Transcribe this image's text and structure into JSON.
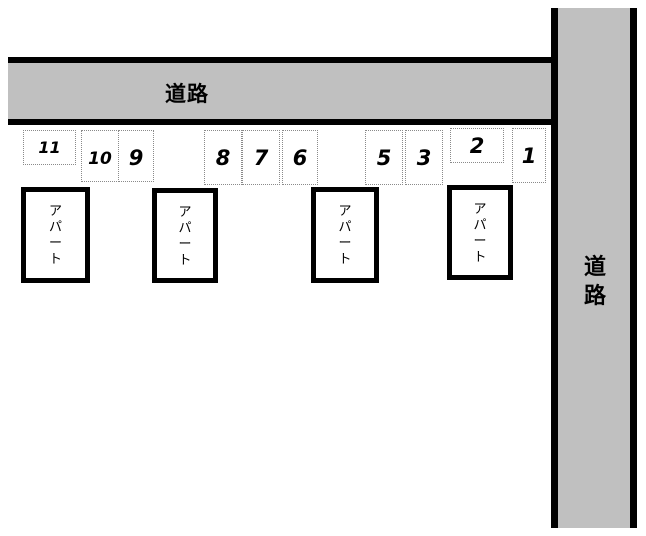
{
  "roads": {
    "horizontal_label": "道路",
    "vertical_label_chars": [
      "道",
      "路"
    ]
  },
  "parking_slots": [
    "11",
    "10",
    "9",
    "8",
    "7",
    "6",
    "5",
    "3",
    "2",
    "1"
  ],
  "apartments": [
    {
      "label_chars": [
        "ア",
        "パ",
        "ー",
        "ト"
      ]
    },
    {
      "label_chars": [
        "ア",
        "パ",
        "ー",
        "ト"
      ]
    },
    {
      "label_chars": [
        "ア",
        "パ",
        "ー",
        "ト"
      ]
    },
    {
      "label_chars": [
        "ア",
        "パ",
        "ー",
        "ト"
      ]
    }
  ]
}
